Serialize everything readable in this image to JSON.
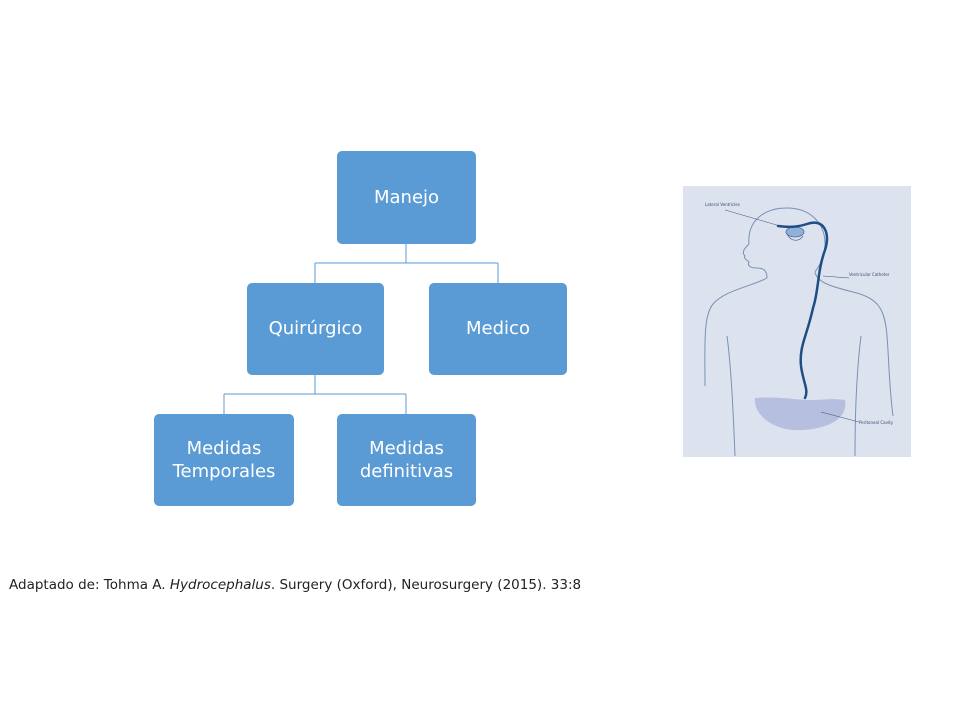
{
  "diagram": {
    "root": {
      "label": "Manejo"
    },
    "level1": [
      {
        "label": "Quirúrgico"
      },
      {
        "label": "Medico"
      }
    ],
    "level2": [
      {
        "label": "Medidas Temporales"
      },
      {
        "label": "Medidas definitivas"
      }
    ],
    "node_color": "#5b9bd5",
    "connector_color": "#5b9bd5"
  },
  "illustration": {
    "labels": {
      "lateral_ventricles": "Lateral Ventricles",
      "ventricular_catheter": "Ventricular Catheter",
      "peritoneal_cavity": "Peritoneal Cavity"
    },
    "background_color": "#dde2ef",
    "catheter_color": "#1f4e87"
  },
  "caption": {
    "prefix": "Adaptado de: Tohma A. ",
    "italic": "Hydrocephalus",
    "suffix": ". Surgery (Oxford), Neurosurgery (2015). 33:8"
  }
}
